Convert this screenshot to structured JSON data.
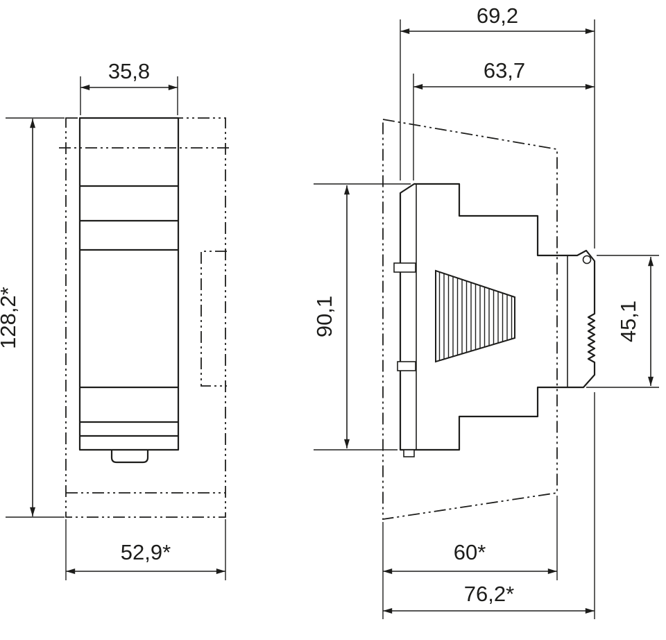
{
  "style": {
    "line_color": "#1d1d1b",
    "background": "#ffffff"
  },
  "dims": {
    "front_width_top": "35,8",
    "front_height": "128,2*",
    "front_width_bottom": "52,9*",
    "side_depth_overall": "69,2",
    "side_depth_body": "63,7",
    "side_height_body": "90,1",
    "side_rail_height": "45,1",
    "side_depth_bottom": "60*",
    "side_depth_overall_bottom": "76,2*"
  }
}
